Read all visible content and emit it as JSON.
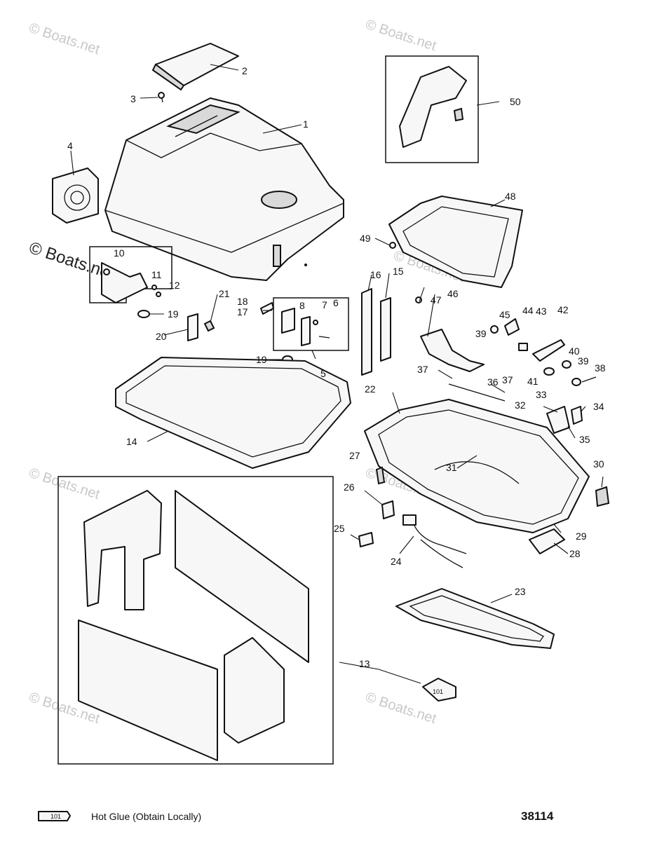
{
  "watermark": "© Boats.net",
  "diagram_id": "38114",
  "legend": {
    "symbol_label": "101",
    "text": "Hot Glue (Obtain Locally)"
  },
  "tube_label": "101",
  "callouts": [
    "1",
    "2",
    "3",
    "4",
    "5",
    "6",
    "7",
    "8",
    "10",
    "11",
    "12",
    "13",
    "14",
    "15",
    "16",
    "17",
    "18",
    "19",
    "19",
    "20",
    "21",
    "22",
    "23",
    "24",
    "25",
    "26",
    "27",
    "28",
    "29",
    "30",
    "31",
    "32",
    "33",
    "34",
    "35",
    "36",
    "37",
    "37",
    "38",
    "39",
    "39",
    "40",
    "41",
    "42",
    "43",
    "44",
    "45",
    "46",
    "47",
    "48",
    "49",
    "50"
  ]
}
